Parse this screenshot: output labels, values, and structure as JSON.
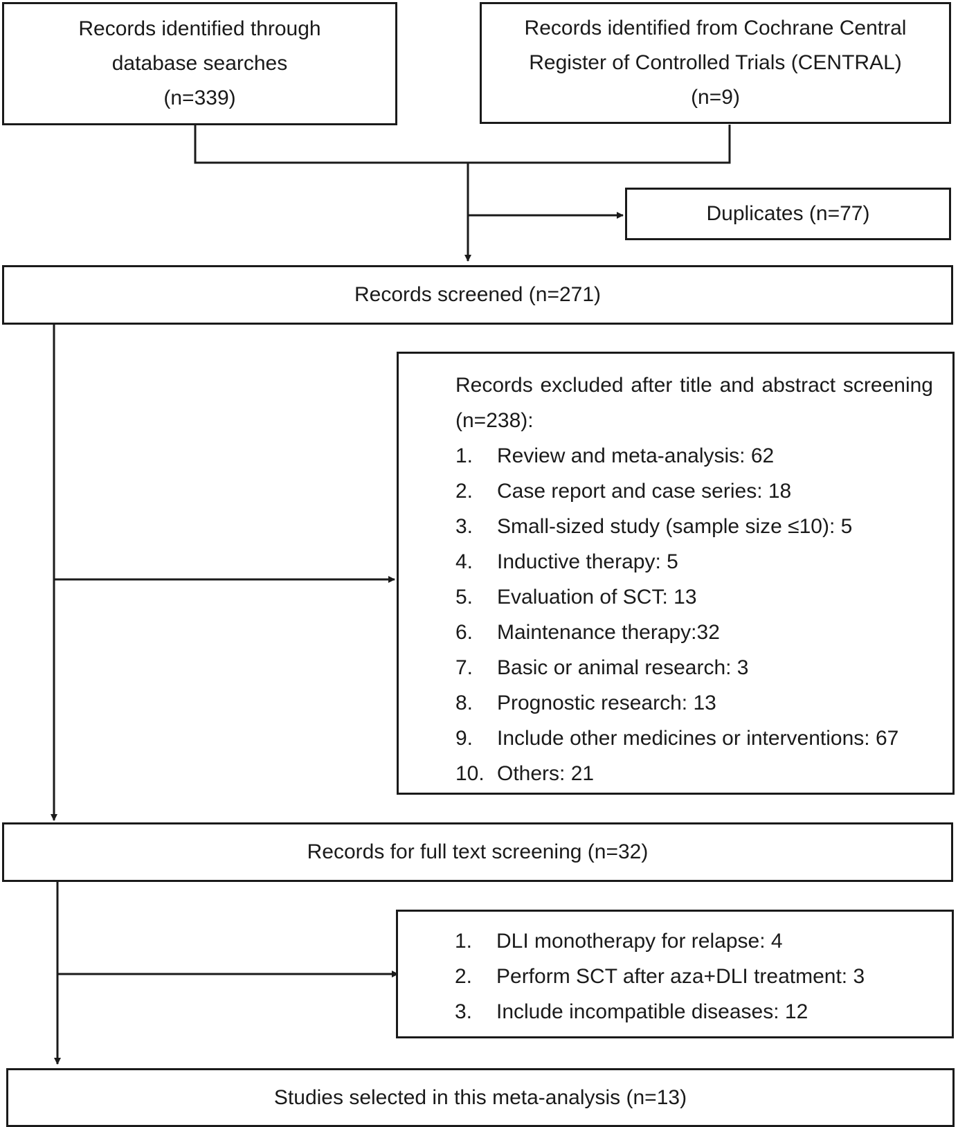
{
  "nodes": {
    "db_search": {
      "lines": [
        "Records identified through",
        "database searches",
        "(n=339)"
      ]
    },
    "central": {
      "lines": [
        "Records identified from Cochrane Central",
        "Register of Controlled Trials (CENTRAL)",
        "(n=9)"
      ]
    },
    "duplicates": {
      "label": "Duplicates (n=77)"
    },
    "screened": {
      "label": "Records screened (n=271)"
    },
    "excluded_title": {
      "intro": "Records excluded after title and abstract screening (n=238):",
      "items": [
        {
          "num": "1.",
          "text": "Review and meta-analysis: 62"
        },
        {
          "num": "2.",
          "text": "Case report and case series: 18"
        },
        {
          "num": "3.",
          "text": "Small-sized study (sample size ≤10): 5"
        },
        {
          "num": "4.",
          "text": "Inductive therapy: 5"
        },
        {
          "num": "5.",
          "text": "Evaluation of SCT: 13"
        },
        {
          "num": "6.",
          "text": "Maintenance therapy:32"
        },
        {
          "num": "7.",
          "text": "Basic or animal research: 3"
        },
        {
          "num": "8.",
          "text": "Prognostic research: 13"
        },
        {
          "num": "9.",
          "text": "Include other medicines or interventions: 67"
        },
        {
          "num": "10.",
          "text": "Others: 21"
        }
      ]
    },
    "fulltext": {
      "label": "Records for full text screening (n=32)"
    },
    "excluded_fulltext": {
      "items": [
        {
          "num": "1.",
          "text": "DLI monotherapy for relapse: 4"
        },
        {
          "num": "2.",
          "text": "Perform SCT after aza+DLI treatment: 3"
        },
        {
          "num": "3.",
          "text": "Include incompatible diseases: 12"
        }
      ]
    },
    "selected": {
      "label": "Studies selected in this meta-analysis (n=13)"
    }
  }
}
